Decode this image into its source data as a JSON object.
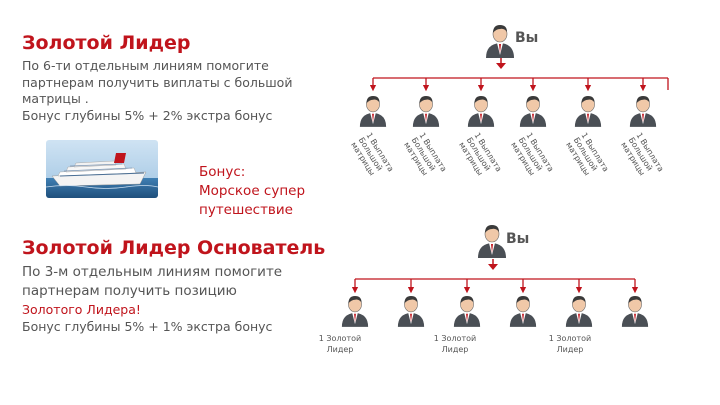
{
  "colors": {
    "accent": "#c0141c",
    "text": "#555555",
    "suit": "#4a4f55",
    "shirt": "#c0141c"
  },
  "section1": {
    "title": "Золотой Лидер",
    "lines": [
      "По 6-ти отдельным линиям помогите",
      "партнерам получить виплаты с большой",
      "матрицы .",
      "Бонус глубины 5% + 2% экстра бонус"
    ]
  },
  "bonus": {
    "lines": [
      "Бонус:",
      "Морское супер",
      "путешествие"
    ]
  },
  "section2": {
    "title": "Золотой Лидер Основатель",
    "line1": "По 3-м отдельным линиям помогите",
    "line2": "партнерам получить позицию",
    "line3": "Золотого Лидера!",
    "line4": "Бонус глубины 5% + 1% экстра бонус"
  },
  "tree1": {
    "root_label": "Вы",
    "child_label": [
      "1 Выплата",
      "Большой",
      "матрицы"
    ]
  },
  "tree2": {
    "root_label": "Вы",
    "leaves": [
      {
        "line1": "1 Золотой",
        "line2": "Лидер"
      },
      {
        "line1": "1 Золотой",
        "line2": "Лидер"
      },
      {
        "line1": "1 Золотой",
        "line2": "Лидер"
      }
    ]
  }
}
